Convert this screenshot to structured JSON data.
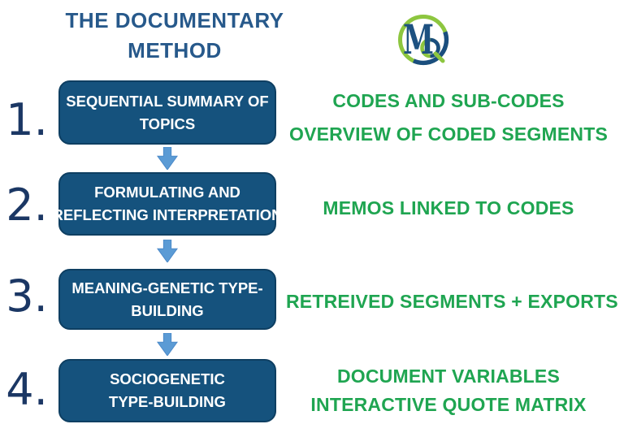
{
  "title": {
    "line1": "THE DOCUMENTARY",
    "line2": "METHOD"
  },
  "logo": {
    "letter_m": "M",
    "letter_q": "Q"
  },
  "steps": [
    {
      "number": "1.",
      "box_line1": "SEQUENTIAL SUMMARY OF",
      "box_line2": "TOPICS",
      "output_line1": "CODES AND SUB-CODES",
      "output_line2": "OVERVIEW OF CODED SEGMENTS"
    },
    {
      "number": "2.",
      "box_line1": "FORMULATING AND",
      "box_line2": "REFLECTING INTERPRETATION",
      "output_line1": "MEMOS LINKED TO CODES"
    },
    {
      "number": "3.",
      "box_line1": "MEANING-GENETIC TYPE-",
      "box_line2": "BUILDING",
      "output_line1": "RETREIVED SEGMENTS + EXPORTS"
    },
    {
      "number": "4.",
      "box_line1": "SOCIOGENETIC",
      "box_line2": "TYPE-BUILDING",
      "output_line1": "DOCUMENT VARIABLES",
      "output_line2": "INTERACTIVE QUOTE MATRIX"
    }
  ],
  "colors": {
    "box_blue": "#15527D",
    "box_border": "#0E3F62",
    "title_blue": "#27598B",
    "number_navy": "#1B3764",
    "output_green": "#1FA551",
    "arrow_blue": "#5B9BD5",
    "logo_green": "#8DC63F",
    "logo_blue": "#1A4E7E"
  }
}
